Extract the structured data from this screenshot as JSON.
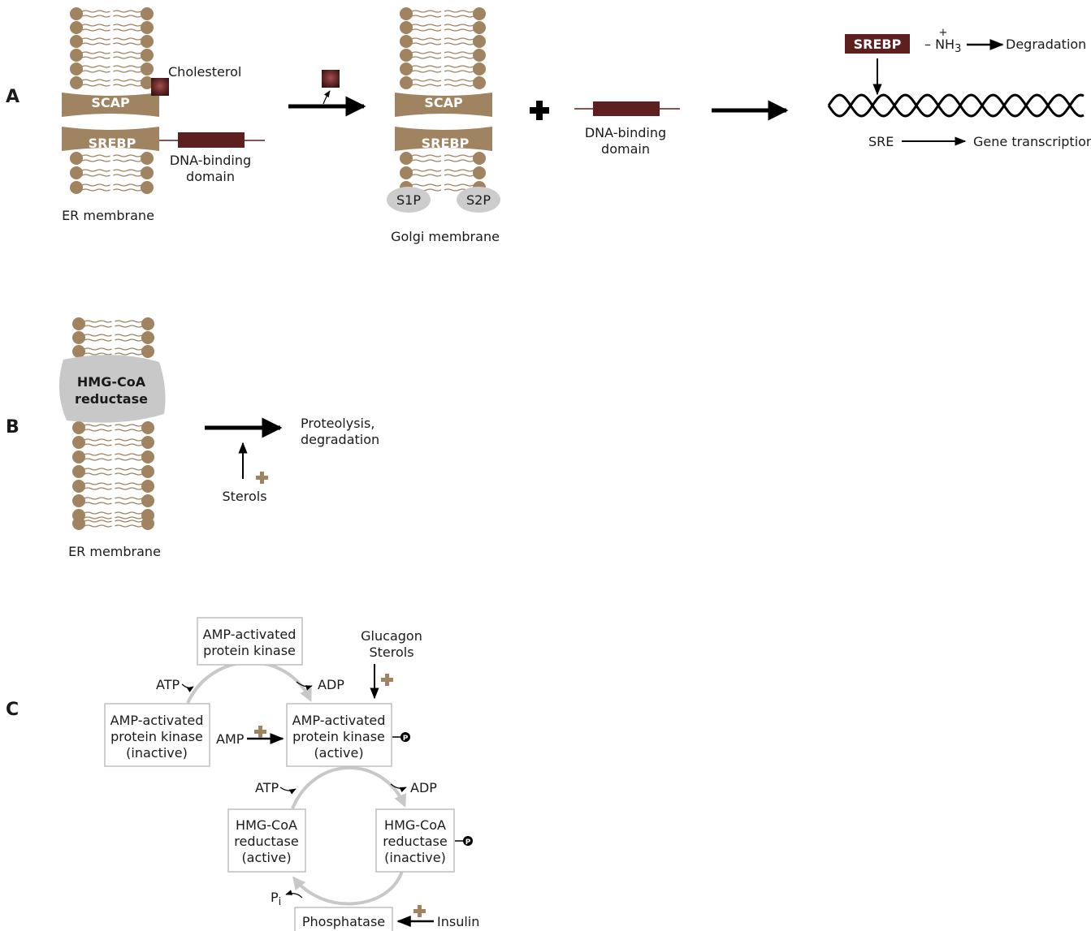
{
  "colors": {
    "membrane": "#a08361",
    "srebp_domain": "#5e1f1f",
    "protease": "#cccccc",
    "box_border": "#bdbdbd",
    "cycle_arrow": "#c8c8c8",
    "plus": "#a08361"
  },
  "panels": {
    "a": "A",
    "b": "B",
    "c": "C"
  },
  "a": {
    "cholesterol": "Cholesterol",
    "scap": "SCAP",
    "srebp": "SREBP",
    "dna_binding": [
      "DNA-binding",
      "domain"
    ],
    "er_membrane": "ER membrane",
    "scap2": "SCAP",
    "srebp2": "SREBP",
    "s1p": "S1P",
    "s2p": "S2P",
    "golgi_membrane": "Golgi membrane",
    "dna_binding2": [
      "DNA-binding",
      "domain"
    ],
    "srebp_box": "SREBP",
    "nh3": "– NH",
    "nh3_sub": "3",
    "nh3_charge": "+",
    "degradation": "Degradation",
    "sre": "SRE",
    "gene_transcription": "Gene transcription"
  },
  "b": {
    "hmg": [
      "HMG-CoA",
      "reductase"
    ],
    "proteolysis": [
      "Proteolysis,",
      "degradation"
    ],
    "sterols": "Sterols",
    "er_membrane": "ER membrane"
  },
  "c": {
    "ampk_top": [
      "AMP-activated",
      "protein kinase"
    ],
    "ampk_inactive": [
      "AMP-activated",
      "protein kinase",
      "(inactive)"
    ],
    "ampk_active": [
      "AMP-activated",
      "protein kinase",
      "(active)"
    ],
    "hmg_active": [
      "HMG-CoA",
      "reductase",
      "(active)"
    ],
    "hmg_inactive": [
      "HMG-CoA",
      "reductase",
      "(inactive)"
    ],
    "phosphatase": "Phosphatase",
    "atp1": "ATP",
    "adp1": "ADP",
    "atp2": "ATP",
    "adp2": "ADP",
    "amp": "AMP",
    "glucagon": "Glucagon",
    "sterols": "Sterols",
    "insulin": "Insulin",
    "pi": "P",
    "pi_sub": "i",
    "phospho1": "P",
    "phospho2": "P"
  }
}
